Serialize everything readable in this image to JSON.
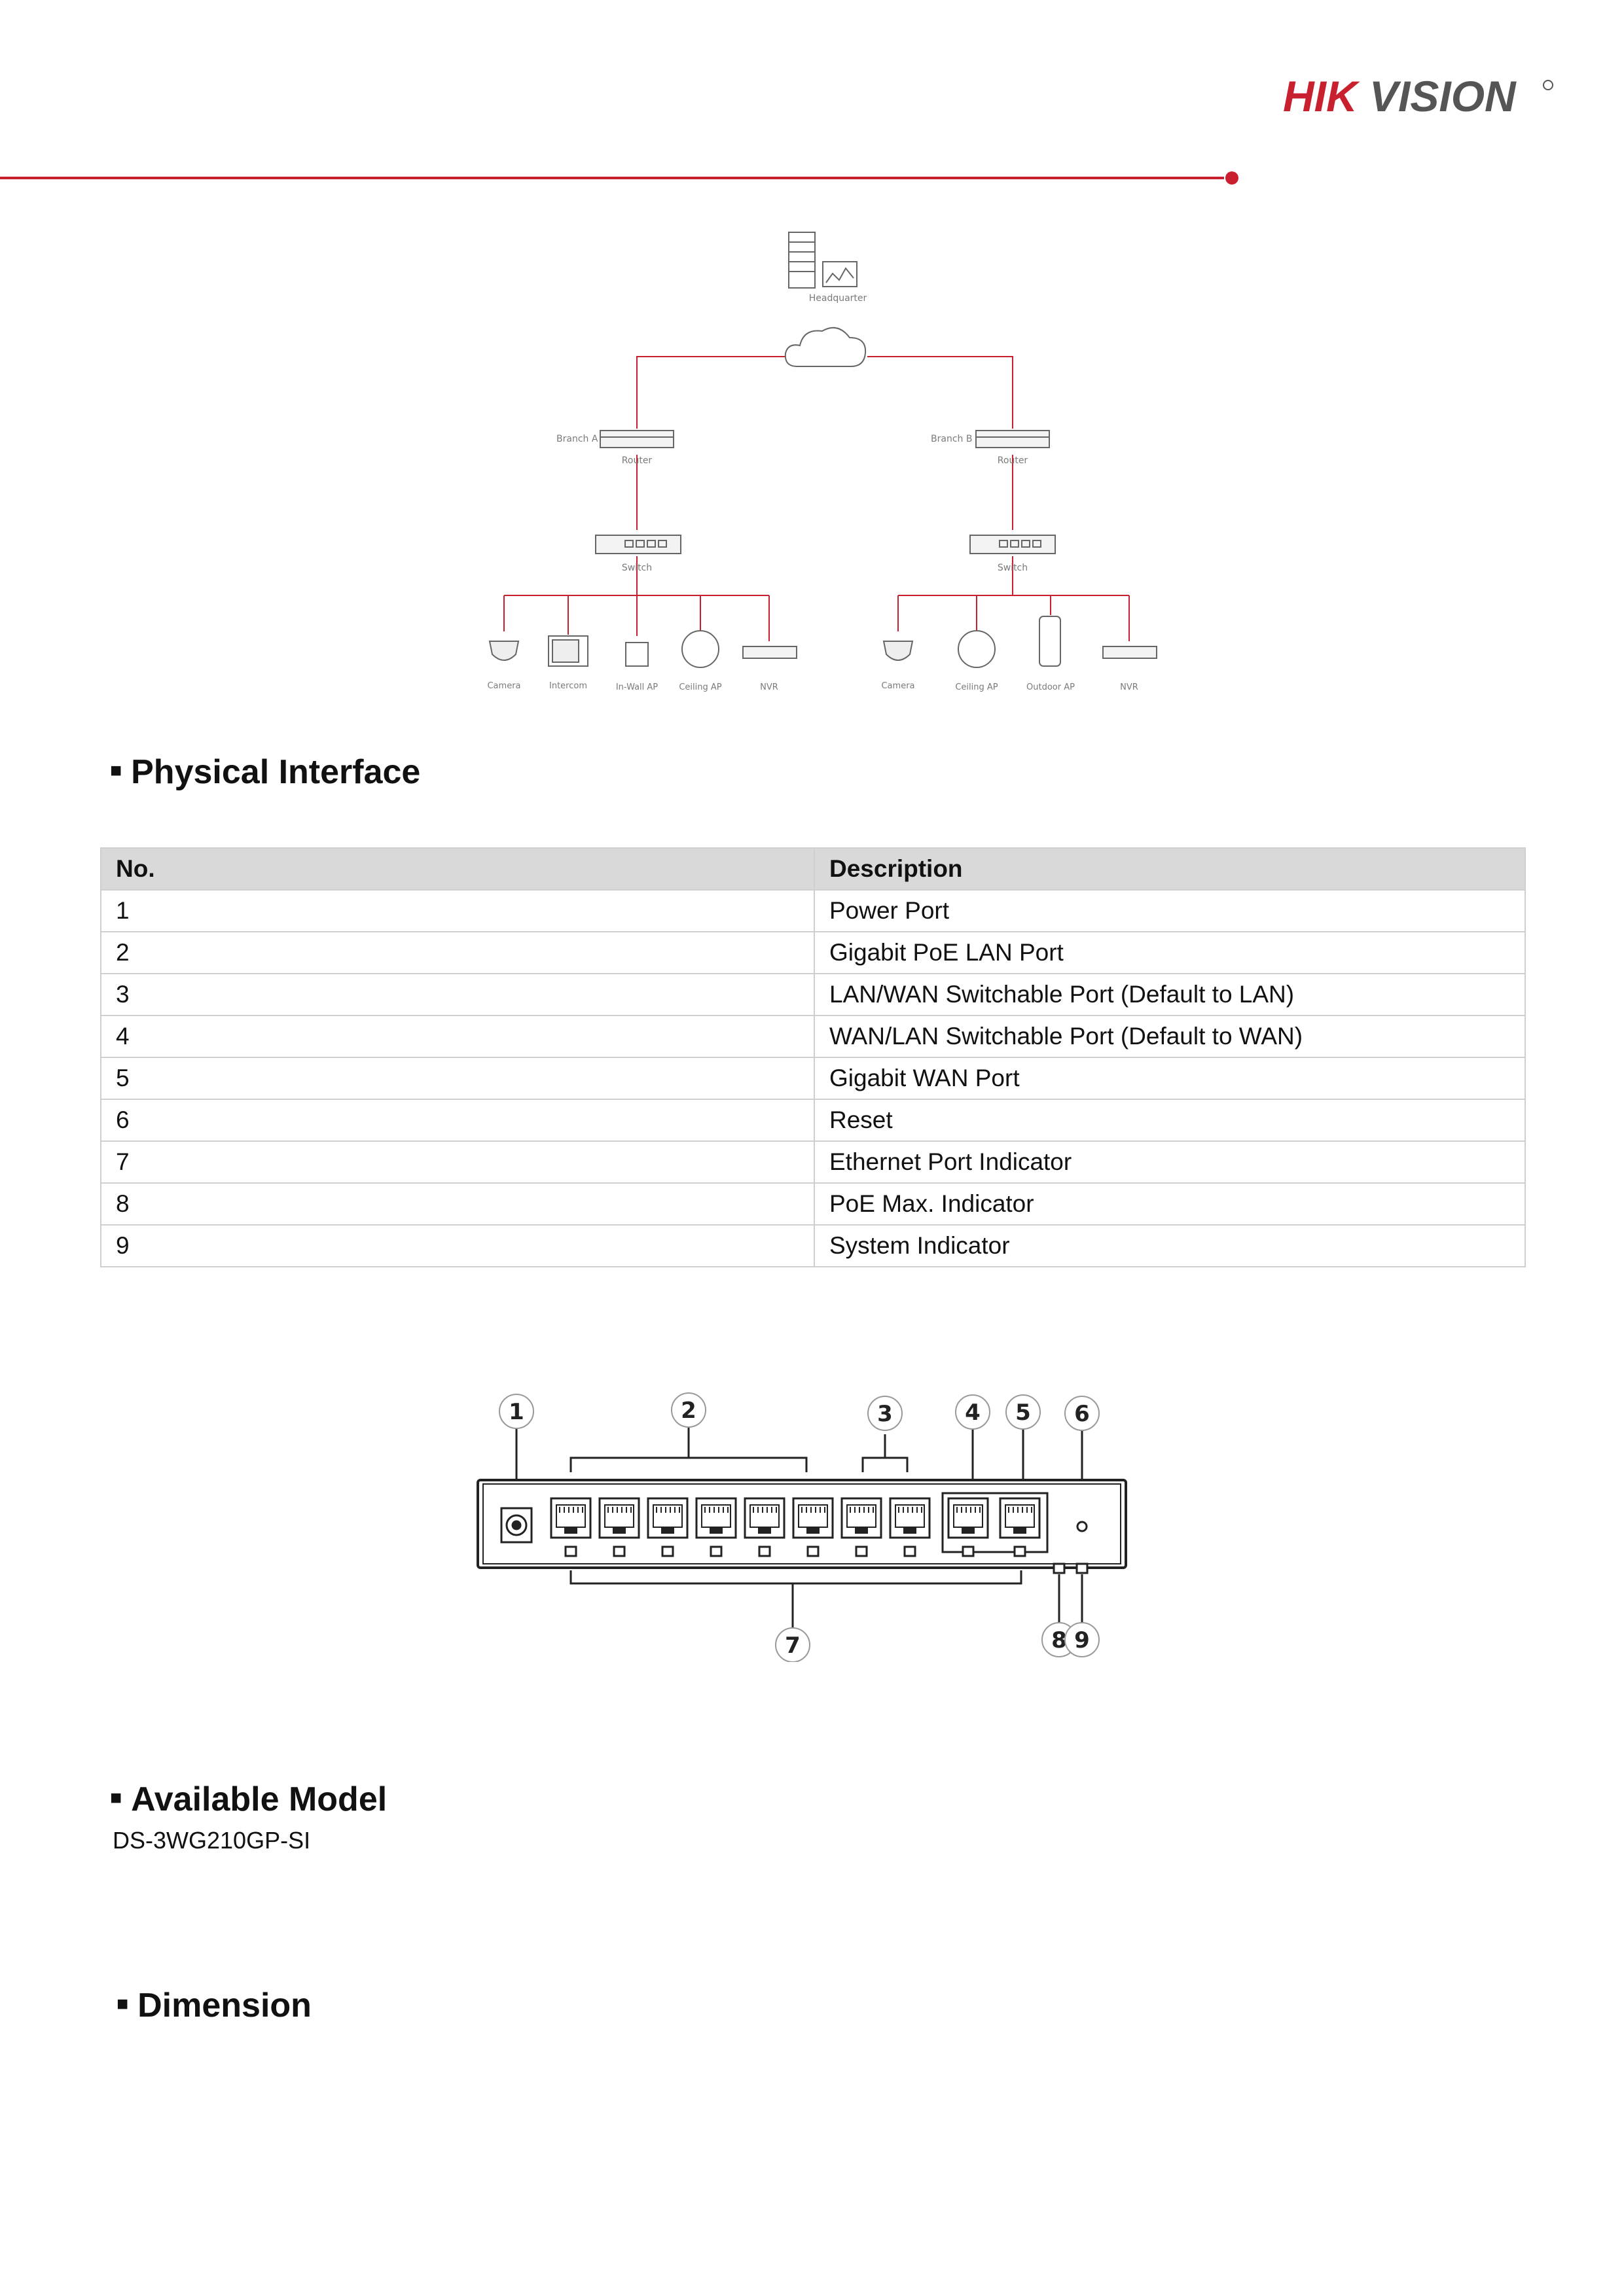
{
  "brand": {
    "logo_text": "HIKVISION",
    "colors": {
      "accent": "#c8202e",
      "line_gray": "#cfcfcf",
      "table_header_bg": "#d9d9d9"
    }
  },
  "topology": {
    "headquarter_label": "Headquarter",
    "branch_a_label": "Branch A",
    "branch_b_label": "Branch B",
    "router_label": "Router",
    "switch_label": "Switch",
    "branch_a_devices": [
      "Camera",
      "Intercom",
      "In-Wall AP",
      "Ceiling AP",
      "NVR"
    ],
    "branch_b_devices": [
      "Camera",
      "Ceiling AP",
      "Outdoor AP",
      "NVR"
    ]
  },
  "physical_interface": {
    "title": "Physical Interface",
    "columns": [
      "No.",
      "Description"
    ],
    "rows": [
      [
        "1",
        "Power Port"
      ],
      [
        "2",
        "Gigabit PoE LAN Port"
      ],
      [
        "3",
        "LAN/WAN Switchable Port (Default to LAN)"
      ],
      [
        "4",
        "WAN/LAN Switchable Port (Default to WAN)"
      ],
      [
        "5",
        "Gigabit WAN Port"
      ],
      [
        "6",
        "Reset"
      ],
      [
        "7",
        "Ethernet Port Indicator"
      ],
      [
        "8",
        "PoE Max. Indicator"
      ],
      [
        "9",
        "System Indicator"
      ]
    ]
  },
  "device_callouts": [
    "1",
    "2",
    "3",
    "4",
    "5",
    "6",
    "7",
    "8",
    "9"
  ],
  "available_model": {
    "title": "Available Model",
    "model": "DS-3WG210GP-SI"
  },
  "dimension": {
    "title": "Dimension"
  }
}
